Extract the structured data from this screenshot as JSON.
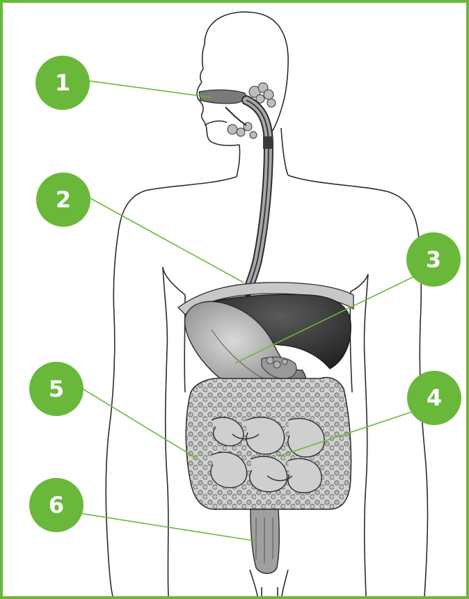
{
  "colors": {
    "accent": "#6ab83a",
    "line": "#2b2b2b",
    "organ_dark": "#3a3a3a",
    "organ_mid": "#8a8a8a",
    "organ_light": "#c8c8c8"
  },
  "markers": [
    {
      "id": "1",
      "label": "1"
    },
    {
      "id": "2",
      "label": "2"
    },
    {
      "id": "3",
      "label": "3"
    },
    {
      "id": "4",
      "label": "4"
    },
    {
      "id": "5",
      "label": "5"
    },
    {
      "id": "6",
      "label": "6"
    }
  ]
}
